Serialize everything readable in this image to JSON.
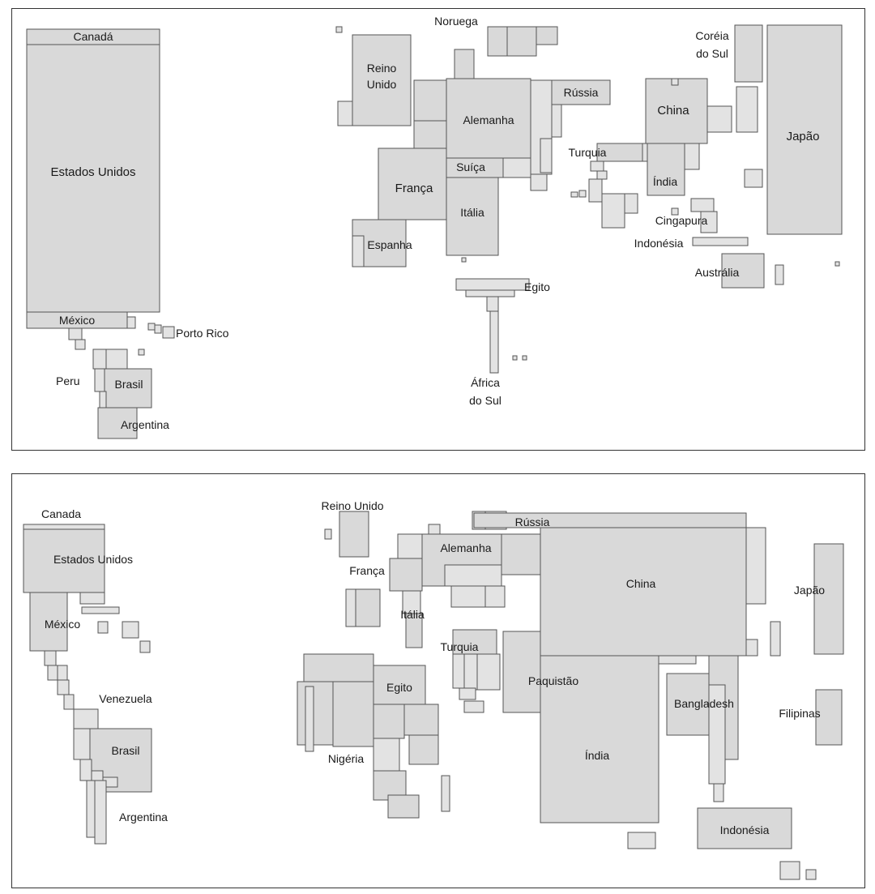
{
  "maps": [
    {
      "id": "top",
      "labels": {
        "canada": "Canadá",
        "estados_unidos": "Estados Unidos",
        "mexico": "México",
        "porto_rico": "Porto Rico",
        "peru": "Peru",
        "brasil": "Brasil",
        "argentina": "Argentina",
        "noruega": "Noruega",
        "reino_unido_1": "Reino",
        "reino_unido_2": "Unido",
        "alemanha": "Alemanha",
        "russia": "Rússia",
        "franca": "França",
        "suica": "Suíça",
        "italia": "Itália",
        "espanha": "Espanha",
        "egito": "Egito",
        "africa_do_sul_1": "África",
        "africa_do_sul_2": "do Sul",
        "coreia_do_sul_1": "Coréia",
        "coreia_do_sul_2": "do Sul",
        "china": "China",
        "japao": "Japão",
        "turquia": "Turquia",
        "india": "Índia",
        "cingapura": "Cingapura",
        "indonesia": "Indonésia",
        "australia": "Austrália"
      }
    },
    {
      "id": "bottom",
      "labels": {
        "canada": "Canada",
        "estados_unidos": "Estados Unidos",
        "mexico": "México",
        "venezuela": "Venezuela",
        "brasil": "Brasil",
        "argentina": "Argentina",
        "reino_unido": "Reino Unido",
        "franca": "França",
        "alemanha": "Alemanha",
        "italia": "Itália",
        "russia": "Rússia",
        "turquia": "Turquia",
        "egito": "Egito",
        "nigeria": "Nigéria",
        "china": "China",
        "paquistao": "Paquistão",
        "india": "Índia",
        "bangladesh": "Bangladesh",
        "japao": "Japão",
        "filipinas": "Filipinas",
        "indonesia": "Indonésia"
      }
    }
  ]
}
